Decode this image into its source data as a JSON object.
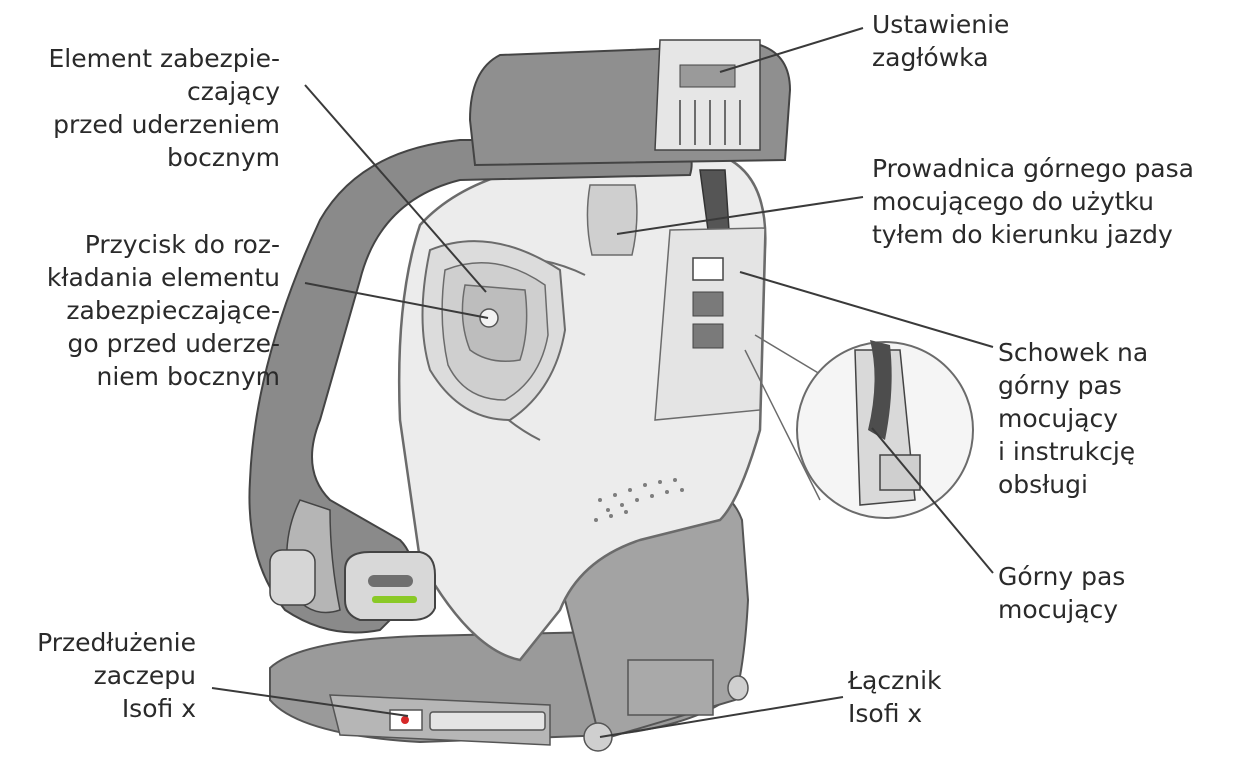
{
  "colors": {
    "shell": "#ececec",
    "shell_stroke": "#6b6b6b",
    "fabric": "#8a8a8a",
    "fabric_dark": "#6f6f6f",
    "base": "#9a9a9a",
    "leader": "#3a3a3a",
    "accent_green": "#8ac926",
    "accent_red": "#d62828",
    "text": "#2a2a2a"
  },
  "labels": {
    "side_impact_element": [
      "Element zabezpie-",
      "czający",
      "przed uderzeniem",
      "bocznym"
    ],
    "side_impact_button": [
      "Przycisk do roz-",
      "kładania elementu",
      "zabezpieczające-",
      "go przed uderze-",
      "niem bocznym"
    ],
    "isofix_extension": [
      "Przedłużenie",
      "zaczepu",
      "Isofi x"
    ],
    "headrest_adjustment": [
      "Ustawienie",
      "zagłówka"
    ],
    "top_tether_guide": [
      "Prowadnica górnego pasa",
      "mocującego do użytku",
      "tyłem do kierunku jazdy"
    ],
    "tether_storage": [
      "Schowek na",
      "górny pas",
      "mocujący",
      "i instrukcję",
      "obsługi"
    ],
    "top_tether": [
      "Górny pas",
      "mocujący"
    ],
    "isofix_connector": [
      "Łącznik",
      "Isofi x"
    ]
  }
}
